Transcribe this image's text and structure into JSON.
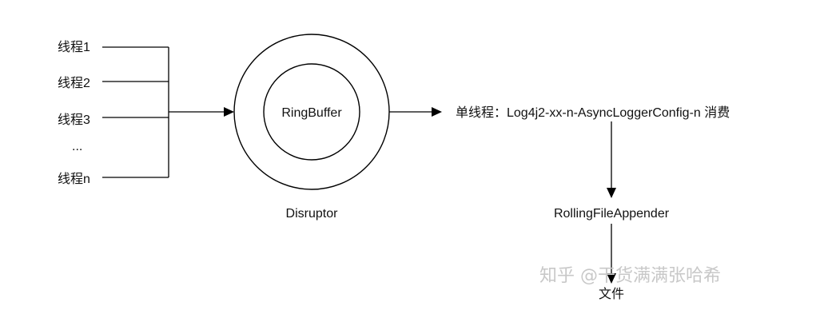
{
  "threads": {
    "items": [
      "线程1",
      "线程2",
      "线程3",
      "线程n"
    ],
    "ellipsis": "..."
  },
  "ring_buffer": {
    "label": "RingBuffer"
  },
  "disruptor": {
    "label": "Disruptor"
  },
  "consumer": {
    "label": "单线程：Log4j2-xx-n-AsyncLoggerConfig-n 消费"
  },
  "appender": {
    "label": "RollingFileAppender"
  },
  "file": {
    "label": "文件"
  },
  "watermark": {
    "text": "知乎 @干货满满张哈希"
  }
}
